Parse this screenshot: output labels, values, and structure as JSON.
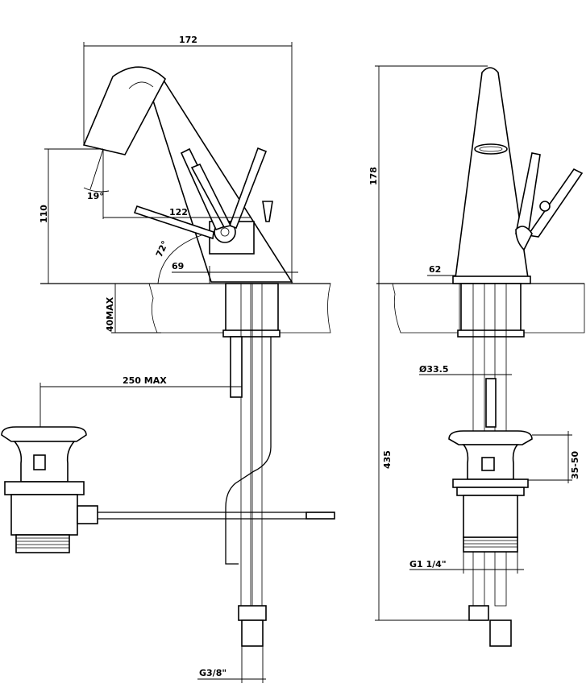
{
  "drawing": {
    "side_view": {
      "width_overall": "172",
      "spout_height": "110",
      "spout_angle": "19°",
      "lever_reach": "122",
      "lever_angle": "72°",
      "base_offset": "69",
      "deck_thickness": "40MAX",
      "drain_distance": "250 MAX",
      "hose_connection": "G3/8\""
    },
    "front_view": {
      "body_height": "178",
      "base_diameter": "62",
      "shank_diameter": "Ø33.5",
      "total_height": "435",
      "drain_range": "35-50",
      "drain_thread": "G1  1/4\""
    }
  }
}
